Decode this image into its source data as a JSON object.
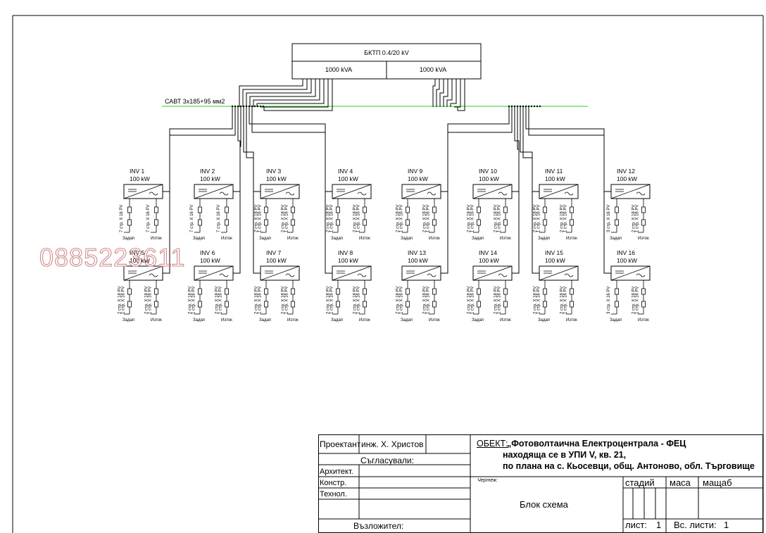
{
  "transformer": {
    "title": "БКТП 0.4/20 kV",
    "left_section": "1000 kVA",
    "right_section": "1000 kVA"
  },
  "cable_label": "САВТ 3х185+95 мм2",
  "watermark": "0885223611",
  "inverters": [
    {
      "name": "INV 1",
      "power": "100 kW",
      "left": "7 стр. Х 16 PV",
      "right": "7 стр. Х 16 PV"
    },
    {
      "name": "INV 2",
      "power": "100 kW",
      "left": "7 стр. Х 16 PV",
      "right": "7 стр. Х 16 PV"
    },
    {
      "name": "INV 3",
      "power": "100 kW",
      "left": "2 стр. Х 18 PV|1 стр. Х 16 PV",
      "right": "2 стр. Х 18 PV|1 стр. Х 16 PV"
    },
    {
      "name": "INV 4",
      "power": "100 kW",
      "left": "2 стр. Х 18 PV|1 стр. Х 16 PV",
      "right": "2 стр. Х 18 PV|1 стр. Х 16 PV"
    },
    {
      "name": "INV 9",
      "power": "100 kW",
      "left": "2 стр. Х 18 PV|1 стр. Х 16 PV",
      "right": "2 стр. Х 18 PV|1 стр. Х 16 PV"
    },
    {
      "name": "INV 10",
      "power": "100 kW",
      "left": "2 стр. Х 18 PV|1 стр. Х 16 PV",
      "right": "2 стр. Х 18 PV|1 стр. Х 16 PV"
    },
    {
      "name": "INV 11",
      "power": "100 kW",
      "left": "2 стр. Х 18 PV|1 стр. Х 16 PV",
      "right": "2 стр. Х 18 PV|1 стр. Х 16 PV"
    },
    {
      "name": "INV 12",
      "power": "100 kW",
      "left": "3 стр. Х 16 PV",
      "right": "2 стр. Х 18 PV|1 стр. Х 16 PV"
    },
    {
      "name": "INV 5",
      "power": "100 kW",
      "left": "2 стр. Х 18 PV|1 стр. Х 16 PV",
      "right": "2 стр. Х 18 PV|1 стр. Х 16 PV"
    },
    {
      "name": "INV 6",
      "power": "100 kW",
      "left": "2 стр. Х 18 PV|1 стр. Х 16 PV",
      "right": "2 стр. Х 18 PV|1 стр. Х 16 PV"
    },
    {
      "name": "INV 7",
      "power": "100 kW",
      "left": "2 стр. Х 18 PV|1 стр. Х 16 PV",
      "right": "2 стр. Х 18 PV|1 стр. Х 16 PV"
    },
    {
      "name": "INV 8",
      "power": "100 kW",
      "left": "2 стр. Х 18 PV|1 стр. Х 16 PV",
      "right": "2 стр. Х 18 PV|1 стр. Х 16 PV"
    },
    {
      "name": "INV 13",
      "power": "100 kW",
      "left": "2 стр. Х 18 PV|1 стр. Х 16 PV",
      "right": "2 стр. Х 18 PV|1 стр. Х 16 PV"
    },
    {
      "name": "INV 14",
      "power": "100 kW",
      "left": "2 стр. Х 18 PV|1 стр. Х 16 PV",
      "right": "2 стр. Х 18 PV|1 стр. Х 16 PV"
    },
    {
      "name": "INV 15",
      "power": "100 kW",
      "left": "2 стр. Х 18 PV|1 стр. Х 16 PV",
      "right": "2 стр. Х 18 PV|1 стр. Х 16 PV"
    },
    {
      "name": "INV 16",
      "power": "100 kW",
      "left": "3 стр. Х 16 PV",
      "right": "2 стр. Х 18 PV|1 стр. Х 16 PV"
    }
  ],
  "input_labels": {
    "left": "Задап",
    "right": "Изток"
  },
  "title_block": {
    "designer_label": "Проектант",
    "designer_name": "инж. Х. Христов",
    "approved": "Съгласували:",
    "architect": "Архитект.",
    "constr": "Констр.",
    "technol": "Технол.",
    "assignor": "Възложител:",
    "object_label": "ОБЕКТ:",
    "object_line1": "„Фотоволтаична Електроцентрала - ФЕЦ",
    "object_line2": "находяща се в УПИ V, кв. 21,",
    "object_line3": "по плана на с. Кьосевци, общ. Антоново, обл. Търговище",
    "drawing_label": "Чертеж:",
    "drawing_name": "Блок схема",
    "stage": "стадий",
    "mass": "маса",
    "scale": "мащаб",
    "sheet": "лист:",
    "sheet_no": "1",
    "total": "Вс. листи:",
    "total_no": "1"
  }
}
